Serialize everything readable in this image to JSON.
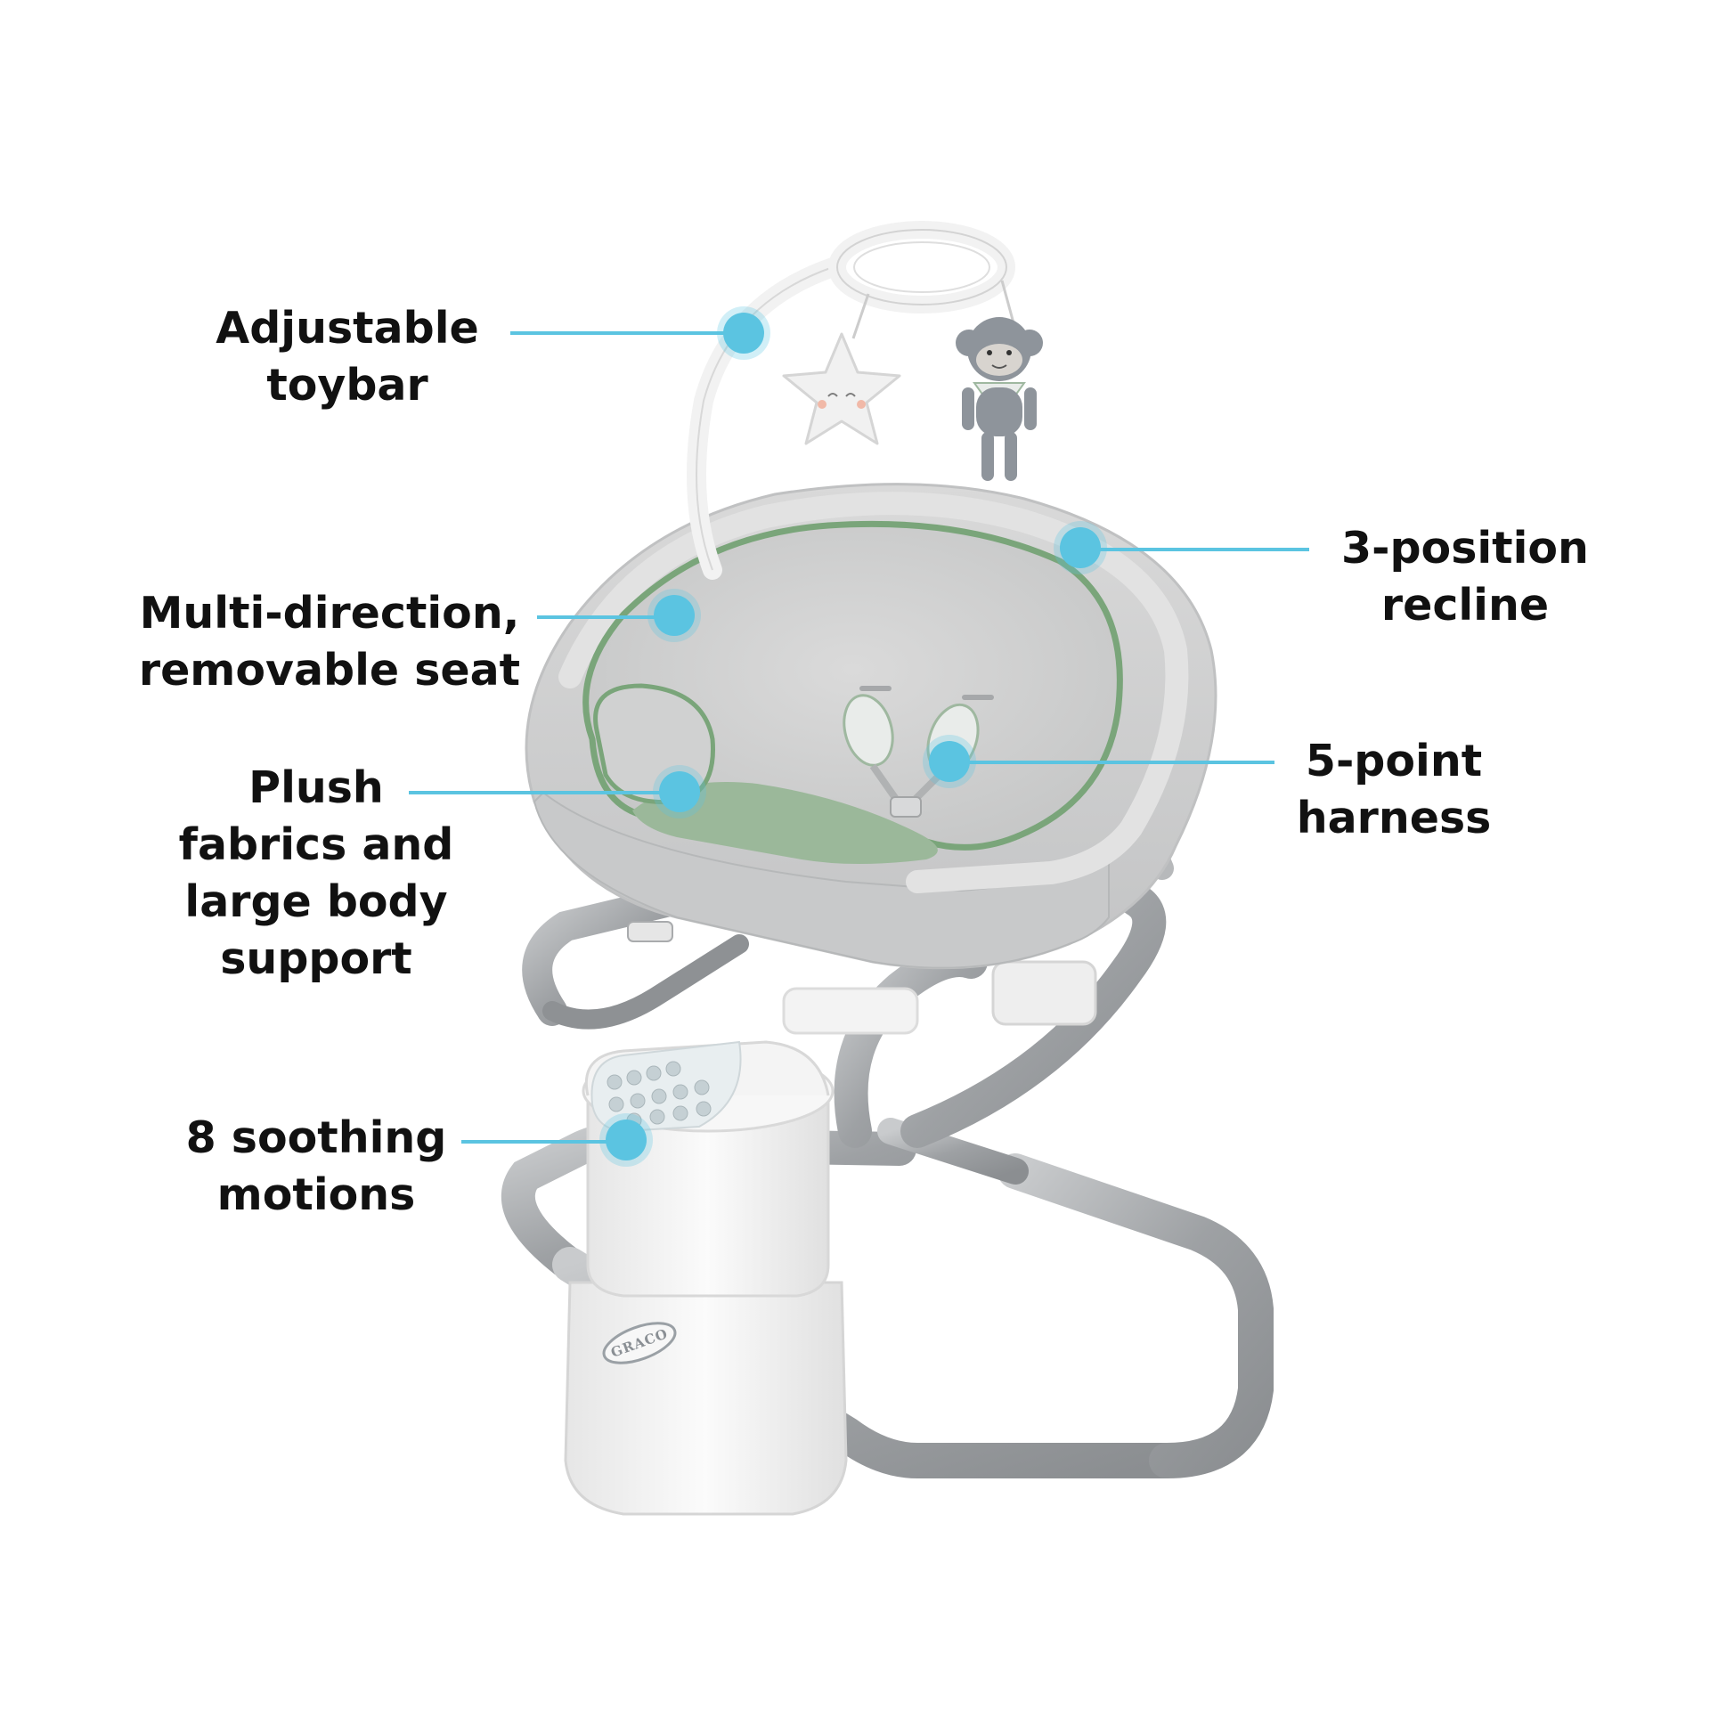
{
  "product": {
    "brand_logo": "GRACO",
    "colors": {
      "callout_accent": "#5bc4e1",
      "seat_gray": "#cfd0d0",
      "seat_accent_green": "#7aa57a",
      "frame_gray": "#9c9fa2",
      "base_white": "#f2f2f2"
    }
  },
  "callouts": {
    "toybar": {
      "line1": "Adjustable",
      "line2": "toybar"
    },
    "seat": {
      "line1": "Multi-direction,",
      "line2": "removable seat"
    },
    "fabrics": {
      "line1": "Plush",
      "line2": "fabrics and",
      "line3": "large body",
      "line4": "support"
    },
    "motions": {
      "line1": "8 soothing",
      "line2": "motions"
    },
    "recline": {
      "line1": "3-position",
      "line2": "recline"
    },
    "harness": {
      "line1": "5-point",
      "line2": "harness"
    }
  },
  "icons": [
    "callout-dot-icon",
    "star-toy-icon",
    "monkey-toy-icon",
    "control-keypad-icon"
  ]
}
